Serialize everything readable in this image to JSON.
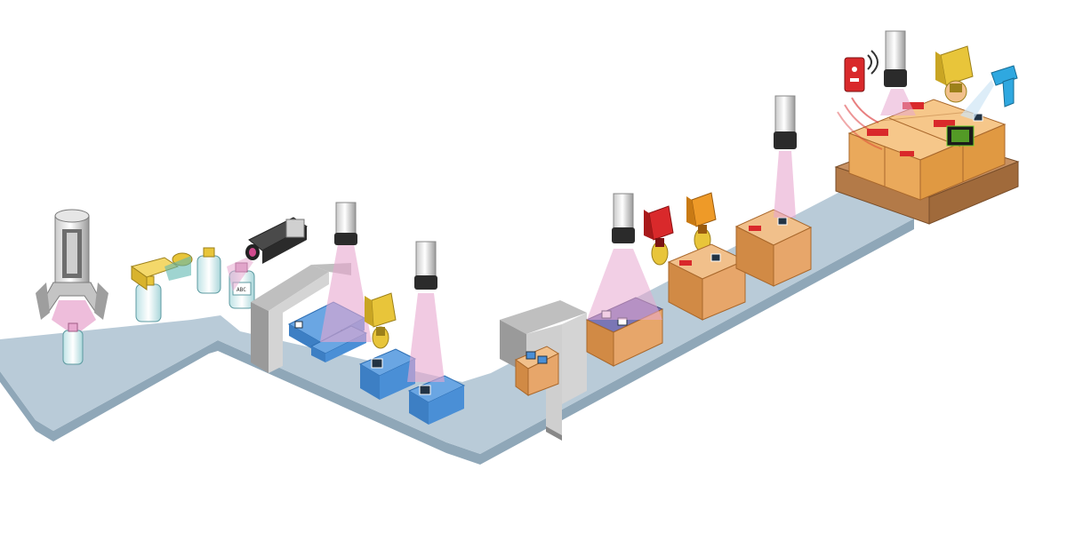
{
  "scene": {
    "name": "packaging-line-traceability-illustration",
    "stations": [
      {
        "id": "gripper",
        "kind": "robotic-gripper"
      },
      {
        "id": "bottle-reader",
        "kind": "inline-reader"
      },
      {
        "id": "label-camera",
        "kind": "side-camera"
      },
      {
        "id": "tunnel-1",
        "kind": "inspection-tunnel"
      },
      {
        "id": "overhead-1",
        "kind": "overhead-scanner"
      },
      {
        "id": "handheld-1",
        "kind": "presentation-scanner"
      },
      {
        "id": "overhead-2",
        "kind": "overhead-scanner"
      },
      {
        "id": "tunnel-2",
        "kind": "inspection-tunnel"
      },
      {
        "id": "overhead-3",
        "kind": "overhead-scanner"
      },
      {
        "id": "red-reader",
        "kind": "presentation-scanner"
      },
      {
        "id": "orange-reader",
        "kind": "presentation-scanner"
      },
      {
        "id": "overhead-4",
        "kind": "overhead-scanner"
      },
      {
        "id": "pallet-station",
        "kind": "pallet-identification"
      }
    ],
    "bottle_label_text": "ABC",
    "devices": {
      "rfid_reader": "rfid-reader",
      "pallet_overhead": "overhead-scanner",
      "pallet_yellow": "presentation-scanner",
      "pallet_blue": "handheld-scanner"
    },
    "colors": {
      "conveyor": "#b9cbd8",
      "conveyor_edge": "#8fa7b8",
      "beam": "#e8a7cf",
      "tray": "#4a8fd6",
      "box": "#e7a66a",
      "yellow_device": "#e8c53a",
      "red_device": "#d9292b",
      "orange_device": "#ee9a28",
      "blue_device": "#2fa8e0",
      "gray_device": "#a3a3a3"
    }
  }
}
